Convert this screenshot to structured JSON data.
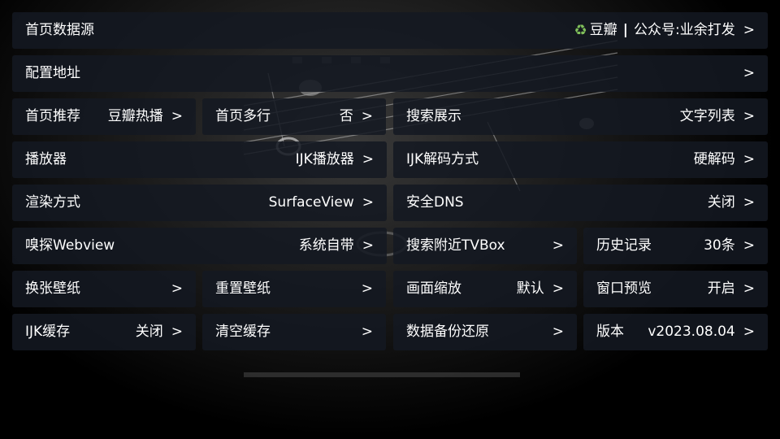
{
  "colors": {
    "tile_bg": "#14182299",
    "text": "#ffffff",
    "recycle_icon": "#7fbf5a"
  },
  "rows": {
    "home_source": {
      "label": "首页数据源",
      "value_a": "豆瓣",
      "separator": "|",
      "value_b": "公众号:业余打发",
      "chevron": ">"
    },
    "config_url": {
      "label": "配置地址",
      "chevron": ">"
    },
    "home_recommend": {
      "label": "首页推荐",
      "value": "豆瓣热播",
      "chevron": ">"
    },
    "home_multirow": {
      "label": "首页多行",
      "value": "否",
      "chevron": ">"
    },
    "search_display": {
      "label": "搜索展示",
      "value": "文字列表",
      "chevron": ">"
    },
    "player": {
      "label": "播放器",
      "value": "IJK播放器",
      "chevron": ">"
    },
    "ijk_decode": {
      "label": "IJK解码方式",
      "value": "硬解码",
      "chevron": ">"
    },
    "render_mode": {
      "label": "渲染方式",
      "value": "SurfaceView",
      "chevron": ">"
    },
    "secure_dns": {
      "label": "安全DNS",
      "value": "关闭",
      "chevron": ">"
    },
    "sniff_webview": {
      "label": "嗅探Webview",
      "value": "系统自带",
      "chevron": ">"
    },
    "search_nearby_tvbox": {
      "label": "搜索附近TVBox",
      "chevron": ">"
    },
    "history": {
      "label": "历史记录",
      "value": "30条",
      "chevron": ">"
    },
    "change_wallpaper": {
      "label": "换张壁纸",
      "chevron": ">"
    },
    "reset_wallpaper": {
      "label": "重置壁纸",
      "chevron": ">"
    },
    "picture_scale": {
      "label": "画面缩放",
      "value": "默认",
      "chevron": ">"
    },
    "window_preview": {
      "label": "窗口预览",
      "value": "开启",
      "chevron": ">"
    },
    "ijk_cache": {
      "label": "IJK缓存",
      "value": "关闭",
      "chevron": ">"
    },
    "clear_cache": {
      "label": "清空缓存",
      "chevron": ">"
    },
    "backup_restore": {
      "label": "数据备份还原",
      "chevron": ">"
    },
    "version": {
      "label": "版本",
      "value": "v2023.08.04",
      "chevron": ">"
    }
  }
}
